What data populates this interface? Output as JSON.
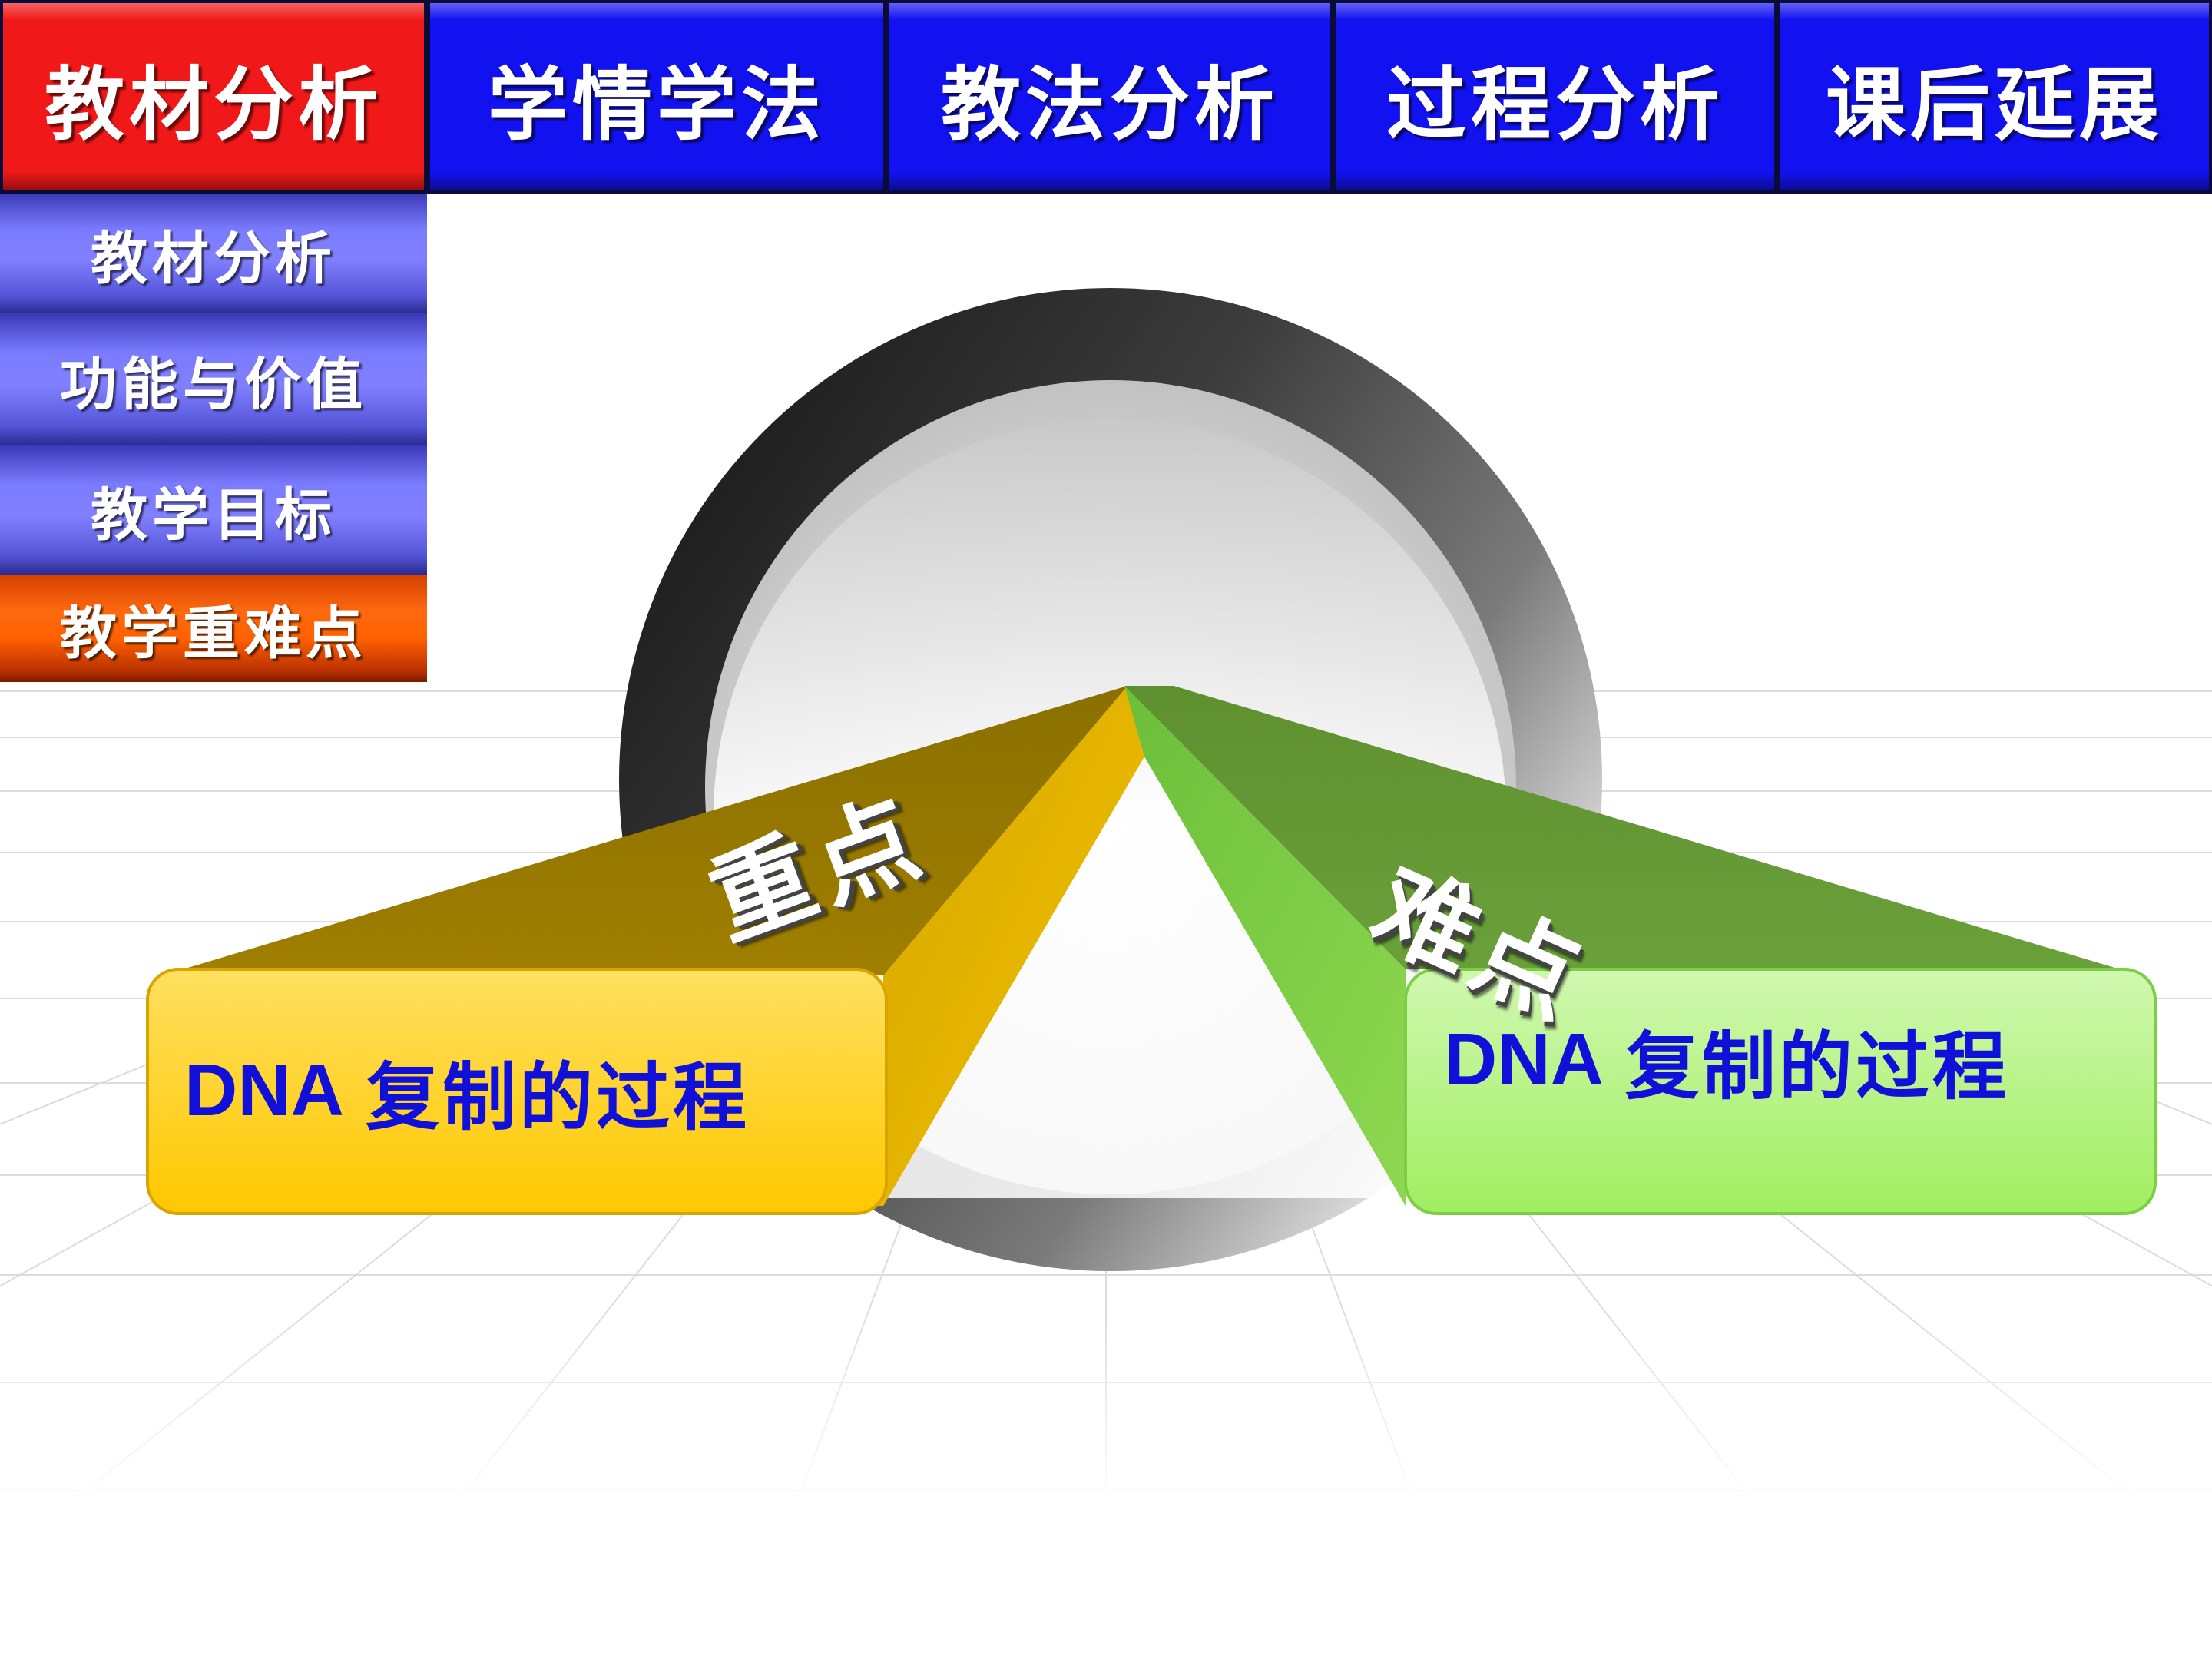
{
  "topnav": {
    "tabs": [
      {
        "label": "教材分析",
        "active": true
      },
      {
        "label": "学情学法",
        "active": false
      },
      {
        "label": "教法分析",
        "active": false
      },
      {
        "label": "过程分析",
        "active": false
      },
      {
        "label": "课后延展",
        "active": false
      }
    ]
  },
  "sidemenu": {
    "items": [
      {
        "label": "教材分析",
        "active": false
      },
      {
        "label": "功能与价值",
        "active": false
      },
      {
        "label": "教学目标",
        "active": false
      },
      {
        "label": "教学重难点",
        "active": true
      }
    ]
  },
  "diagram": {
    "left": {
      "tag": "重点",
      "latin": "DNA",
      "text": "复制的过程"
    },
    "right": {
      "tag": "难点",
      "latin": "DNA",
      "text": "复制的过程"
    }
  },
  "colors": {
    "tab_active": "#f01818",
    "tab_inactive": "#1212f0",
    "side_item": "#8080ff",
    "side_item_active": "#ff6000",
    "left_box": "#ffd030",
    "right_box": "#a8f070",
    "label_text": "#1010d8"
  }
}
